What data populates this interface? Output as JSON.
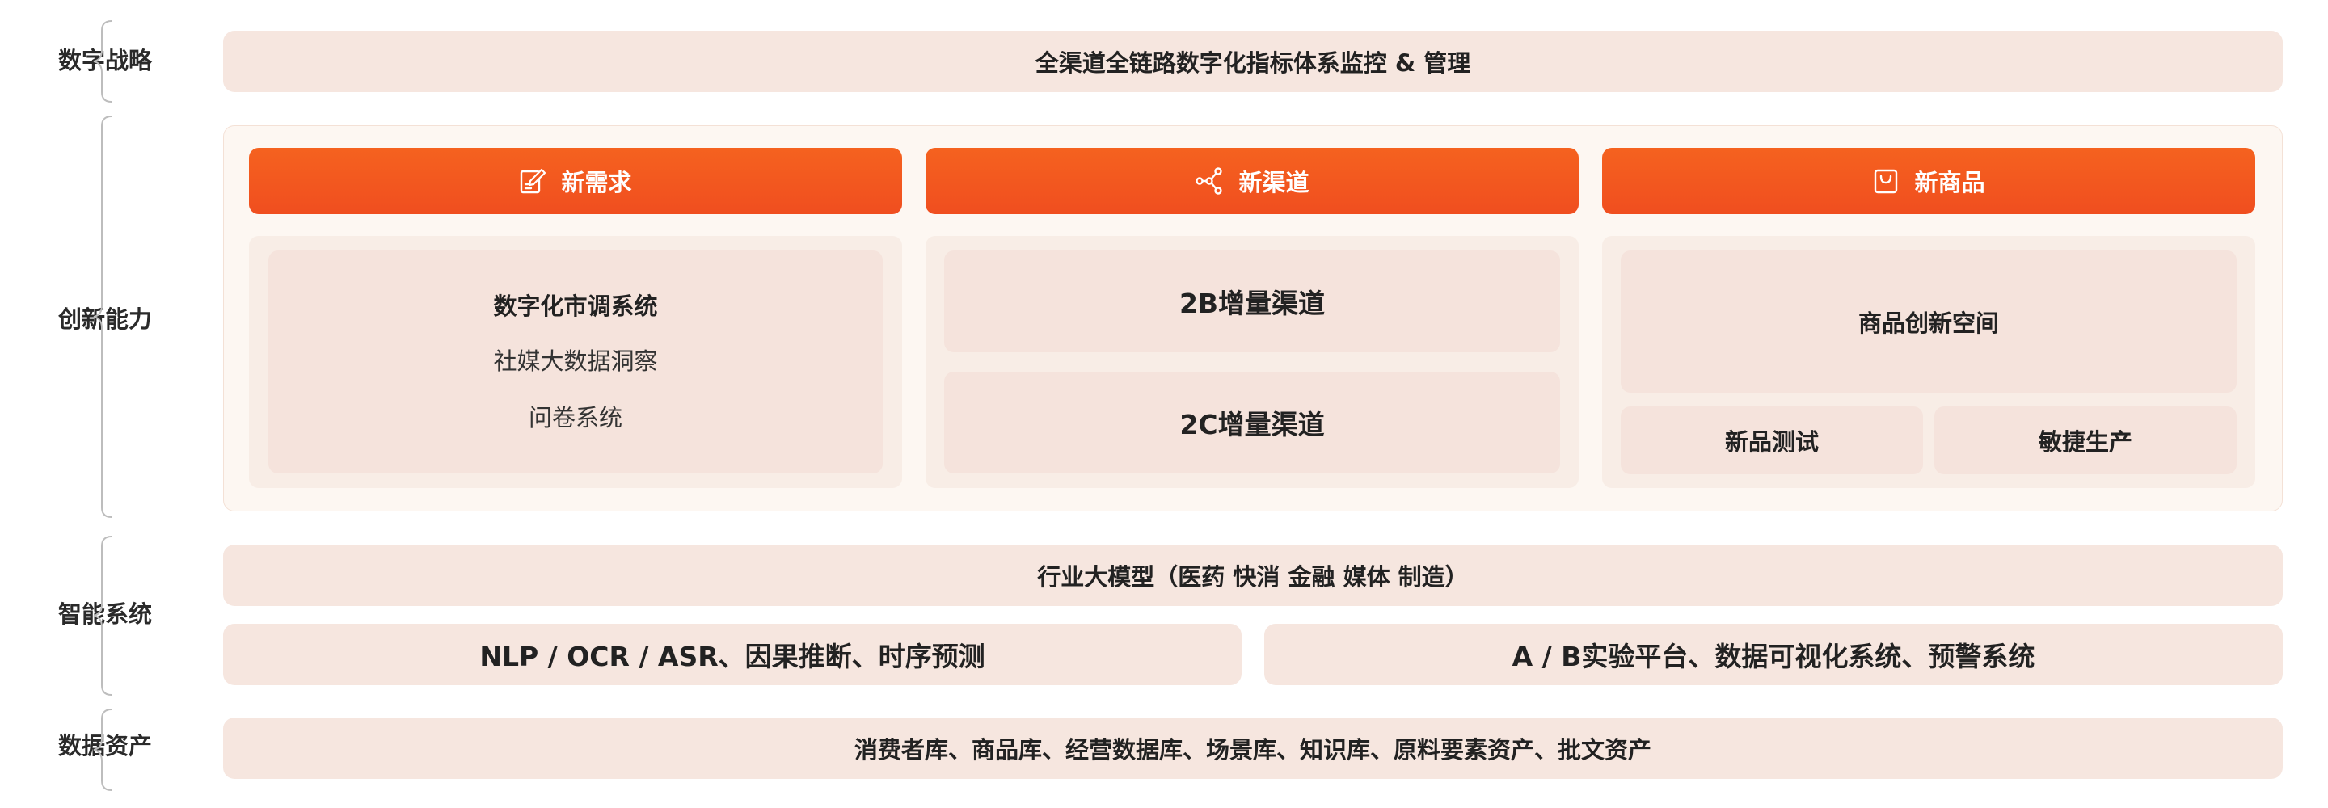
{
  "layers": {
    "strategy": {
      "label": "数字战略",
      "bar": "全渠道全链路数字化指标体系监控 & 管理"
    },
    "innovation": {
      "label": "创新能力",
      "columns": [
        {
          "title": "新需求",
          "icon": "edit-document-icon",
          "cards": [
            "数字化市调系统",
            "社媒大数据洞察",
            "问卷系统"
          ]
        },
        {
          "title": "新渠道",
          "icon": "share-nodes-icon",
          "cards": [
            "2B增量渠道",
            "2C增量渠道"
          ]
        },
        {
          "title": "新商品",
          "icon": "shopping-bag-icon",
          "cards": [
            "商品创新空间",
            "新品测试",
            "敏捷生产"
          ]
        }
      ]
    },
    "intelligence": {
      "label": "智能系统",
      "model_bar": "行业大模型（医药 快消 金融 媒体 制造）",
      "left_bar": "NLP / OCR / ASR、因果推断、时序预测",
      "right_bar": "A / B实验平台、数据可视化系统、预警系统"
    },
    "data_assets": {
      "label": "数据资产",
      "bar": "消费者库、商品库、经营数据库、场景库、知识库、原料要素资产、批文资产"
    }
  },
  "colors": {
    "accent": "#f25a1f",
    "bar_bg": "#f6e6df",
    "panel_bg": "#fdf7f2",
    "brace": "#bdbdbd"
  }
}
